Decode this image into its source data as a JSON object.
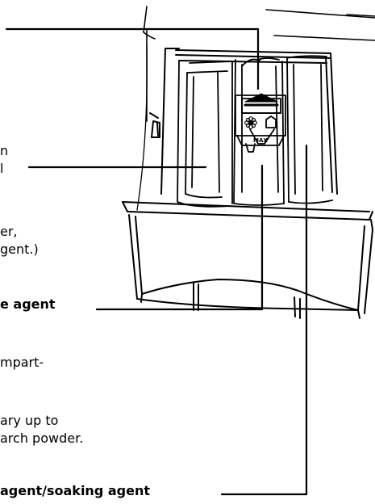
{
  "text_fragments": {
    "frag_1": "n",
    "frag_2": "l",
    "frag_3": "er,",
    "frag_4": "gent.)",
    "frag_5": "e agent",
    "frag_6": "mpart-",
    "frag_7": "ary up to",
    "frag_8": "arch powder.",
    "frag_9": "agent/soaking agent"
  },
  "drawer": {
    "max_label": "MAX",
    "arrow_indicator": "up-arrow",
    "flower_symbol": "flower-icon"
  }
}
